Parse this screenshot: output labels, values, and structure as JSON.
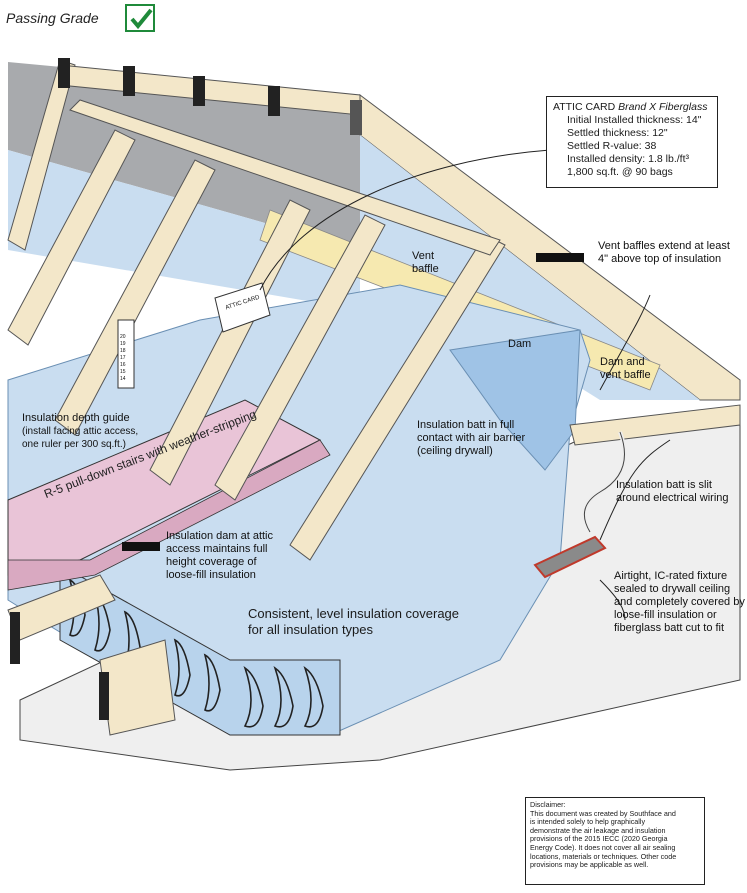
{
  "header": {
    "grade_label": "Passing Grade",
    "check_icon": "check-icon",
    "check_color": "#1f8a3a"
  },
  "attic_card": {
    "title": "ATTIC CARD",
    "brand": "Brand X Fiberglass",
    "rows": [
      "Initial Installed thickness: 14\"",
      "Settled thickness: 12\"",
      "Settled R-value: 38",
      "Installed density: 1.8 lb./ft³",
      "1,800 sq.ft. @ 90 bags"
    ],
    "small_card_text": "ATTIC CARD"
  },
  "labels": {
    "vent_baffle": [
      "Vent",
      "baffle"
    ],
    "vent_baffles_extend": [
      "Vent baffles extend at least",
      "4\" above top of insulation"
    ],
    "dam": "Dam",
    "dam_and_vent": [
      "Dam and",
      "vent baffle"
    ],
    "batt_contact": [
      "Insulation batt in full",
      "contact with air barrier",
      "(ceiling drywall)"
    ],
    "depth_guide": [
      "Insulation depth guide",
      "(install facing attic access,",
      "one ruler per 300 sq.ft.)"
    ],
    "batt_slit": [
      "Insulation batt is slit",
      "around electrical wiring"
    ],
    "stairs": [
      "R-5 pull-down stairs with",
      "weather-stripping"
    ],
    "dam_attic_access": [
      "Insulation dam at attic",
      "access maintains full",
      "height coverage of",
      "loose-fill insulation"
    ],
    "fixture": [
      "Airtight, IC-rated fixture",
      "sealed to drywall ceiling",
      "and completely covered by",
      "loose-fill insulation or",
      "fiberglass batt cut to fit"
    ],
    "consistent": [
      "Consistent, level insulation coverage",
      "for all insulation types"
    ]
  },
  "ruler": {
    "marks": [
      "20",
      "19",
      "18",
      "17",
      "16",
      "15",
      "14"
    ]
  },
  "disclaimer": {
    "title": "Disclaimer:",
    "lines": [
      "This document was created by Southface and",
      "is intended solely to help graphically",
      "demonstrate the air leakage and insulation",
      "provisions of the 2015 IECC (2020 Georgia",
      "Energy Code).  It does not cover all air sealing",
      "locations, materials or techniques. Other code",
      "provisions may be applicable as well."
    ]
  },
  "colors": {
    "insulation": "#c9ddf0",
    "insulation_dark": "#9fc3e6",
    "lumber": "#f3e7c9",
    "roof_deck": "#a8aaad",
    "stairs": "#e9c4d7",
    "baffle": "#f6e9b0",
    "drywall": "#efefef"
  }
}
